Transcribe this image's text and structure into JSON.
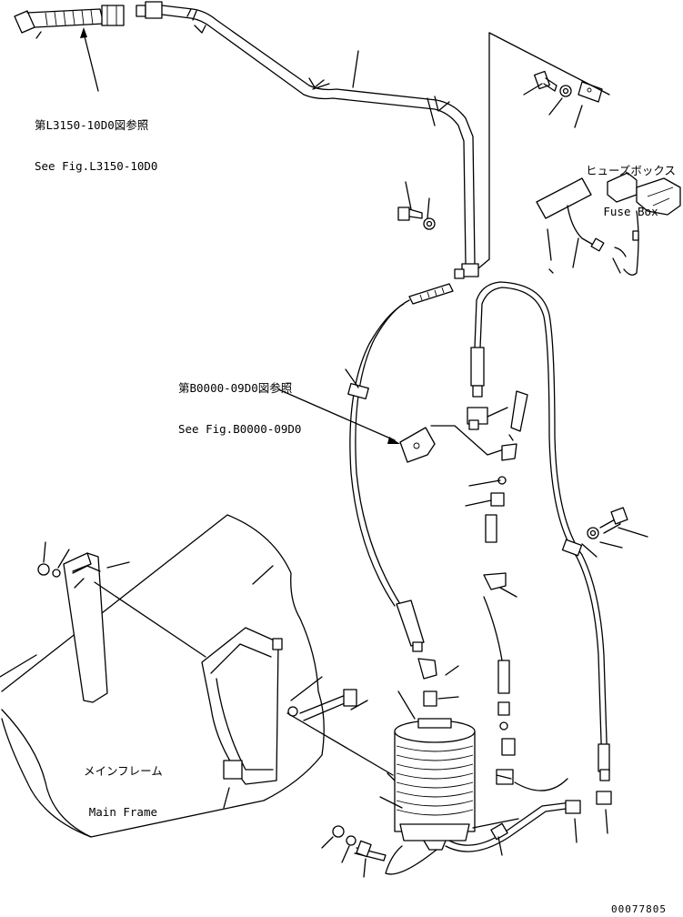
{
  "references": {
    "ref_top": {
      "jp": "第L3150-10D0図参照",
      "en": "See Fig.L3150-10D0"
    },
    "ref_middle": {
      "jp": "第B0000-09D0図参照",
      "en": "See Fig.B0000-09D0"
    }
  },
  "parts": {
    "fuse_box": {
      "jp": "ヒューズボックス",
      "en": "Fuse Box"
    },
    "main_frame": {
      "jp": "メインフレーム",
      "en": "Main Frame"
    }
  },
  "drawing_number": "00077805"
}
